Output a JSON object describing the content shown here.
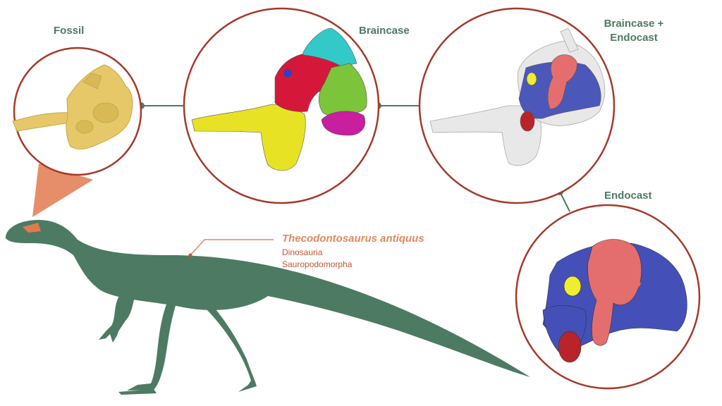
{
  "labels": {
    "fossil": "Fossil",
    "braincase": "Braincase",
    "braincase_endocast_line1": "Braincase +",
    "braincase_endocast_line2": "Endocast",
    "endocast": "Endocast"
  },
  "species": {
    "name": "Thecodontosaurus antiquus",
    "clade1": "Dinosauria",
    "clade2": "Sauropodomorpha"
  },
  "colors": {
    "circle_outline": "#a33a2a",
    "connector": "#4d7a63",
    "silhouette": "#4d7a63",
    "label_text": "#4d7a63",
    "species_text": "#e08a5c",
    "fossil_bone": "#e6c868",
    "braincase_yellow": "#e7e324",
    "braincase_red": "#d5183a",
    "braincase_cyan": "#33c9c9",
    "braincase_green": "#7cc43a",
    "braincase_magenta": "#c81ea0",
    "endocast_pink": "#e46e6e",
    "endocast_blue": "#4450b8",
    "highlight_orange": "#e07a4f"
  }
}
